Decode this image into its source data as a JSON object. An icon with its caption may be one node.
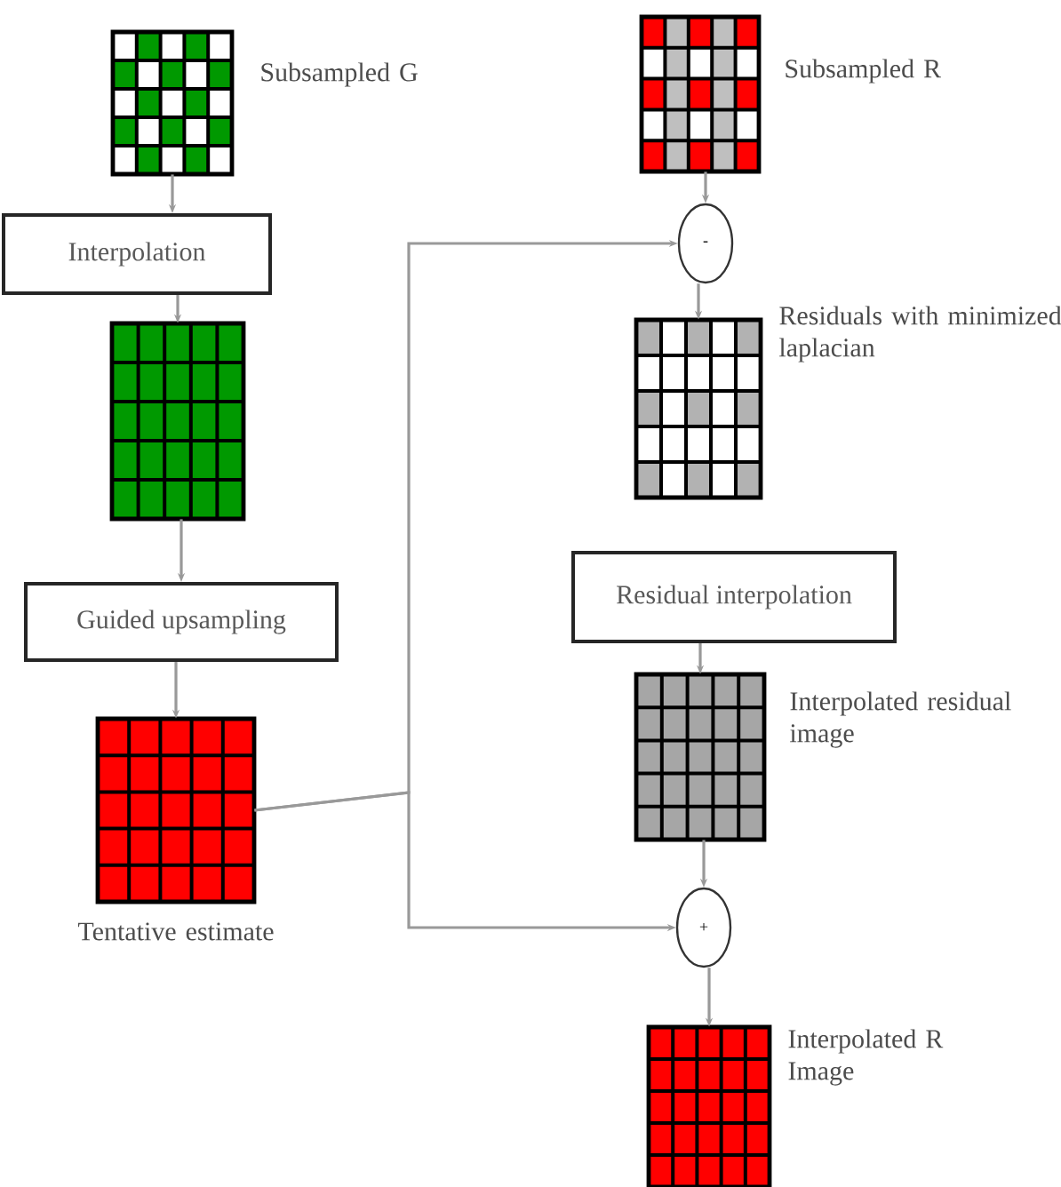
{
  "diagram": {
    "nodes": [
      {
        "text": [],
        "shape": "picture",
        "beside": [
          "Subsampled G"
        ]
      },
      {
        "text": [
          "Interpolation"
        ]
      },
      {
        "text": [],
        "shape": "picture"
      },
      {
        "text": [
          "Guided upsampling"
        ]
      },
      {
        "text": [],
        "shape": "picture",
        "beside": [
          "Tentative estimate"
        ]
      },
      {
        "text": [],
        "shape": "picture",
        "beside": [
          "Subsampled R"
        ]
      },
      {
        "text": [
          "-"
        ]
      },
      {
        "text": [],
        "shape": "picture",
        "beside": [
          "Residuals with minimized laplacian"
        ]
      },
      {
        "text": [
          "Residual interpolation"
        ]
      },
      {
        "text": [],
        "shape": "picture",
        "beside": [
          "Interpolated residual image"
        ]
      },
      {
        "text": [
          "+"
        ]
      },
      {
        "text": [],
        "shape": "picture",
        "beside": [
          "Interpolated R Image"
        ]
      }
    ],
    "edges": [
      {
        "from": 0,
        "to": 1,
        "arrow": "to"
      },
      {
        "from": 1,
        "to": 2,
        "arrow": "to"
      },
      {
        "from": 2,
        "to": 3,
        "arrow": "to"
      },
      {
        "from": 3,
        "to": 4,
        "arrow": "to"
      },
      {
        "from": 5,
        "to": 6,
        "arrow": "to"
      },
      {
        "from": 4,
        "to": 6,
        "arrow": "to"
      },
      {
        "from": 6,
        "to": 7,
        "arrow": "to"
      },
      {
        "from": 4,
        "to": 10,
        "arrow": "to"
      },
      {
        "from": 8,
        "to": 9,
        "arrow": "to"
      },
      {
        "from": 9,
        "to": 10,
        "arrow": "to"
      },
      {
        "from": 10,
        "to": 11,
        "arrow": "to"
      }
    ]
  }
}
